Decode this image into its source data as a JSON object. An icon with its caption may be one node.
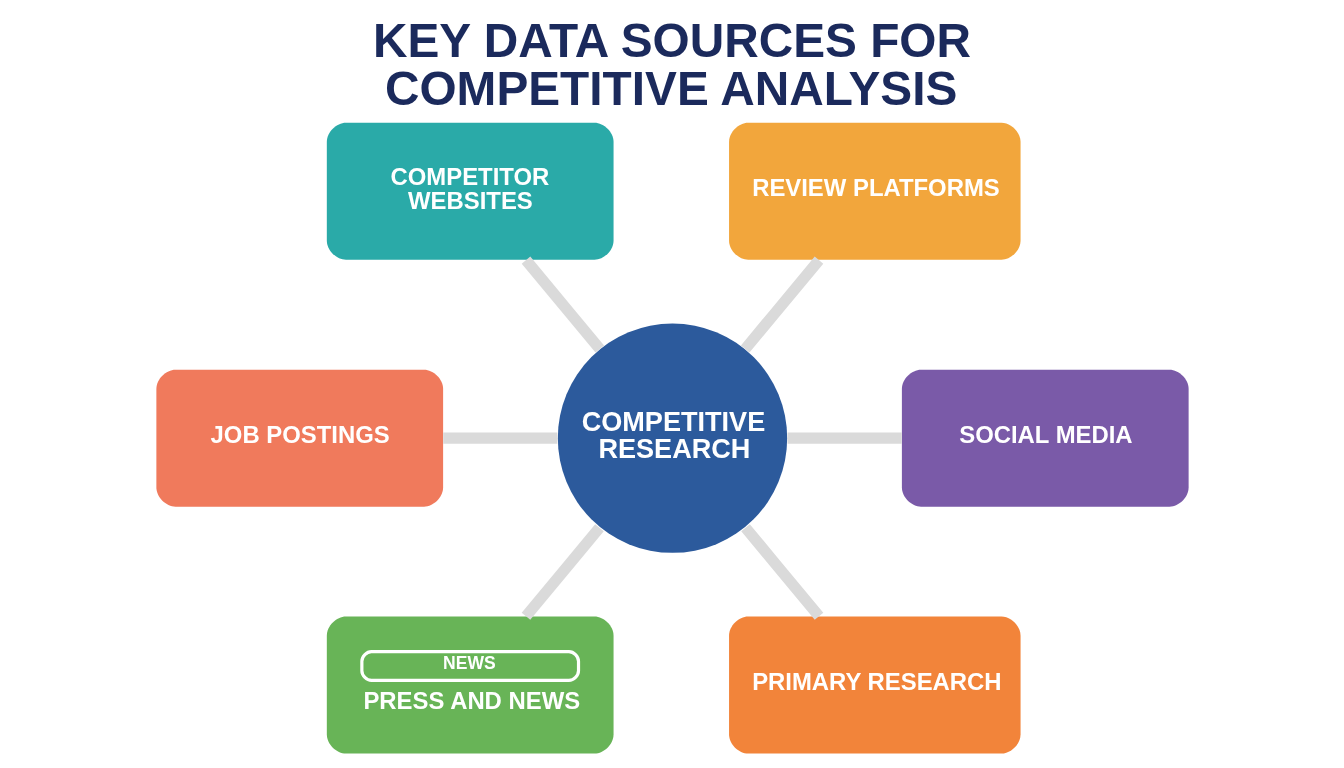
{
  "diagram": {
    "title": "KEY DATA SOURCES FOR COMPETITIVE ANALYSIS",
    "nodes": [
      {
        "text": [
          "COMPETITOR WEBSITES"
        ]
      },
      {
        "text": [
          "REVIEW PLATFORMS"
        ]
      },
      {
        "text": [
          "JOB POSTINGS"
        ]
      },
      {
        "text": [
          "COMPETITIVE RESEARCH"
        ]
      },
      {
        "text": [
          "SOCIAL MEDIA"
        ]
      },
      {
        "text": [
          "NEWS",
          "PRESS AND NEWS"
        ]
      },
      {
        "text": [
          "PRIMARY RESEARCH"
        ]
      }
    ],
    "edges": [
      {
        "from": 0,
        "to": 3,
        "arrow": "none"
      },
      {
        "from": 1,
        "to": 3,
        "arrow": "none"
      },
      {
        "from": 2,
        "to": 3,
        "arrow": "none"
      },
      {
        "from": 3,
        "to": 4,
        "arrow": "none"
      },
      {
        "from": 3,
        "to": 5,
        "arrow": "none"
      },
      {
        "from": 3,
        "to": 6,
        "arrow": "none"
      }
    ]
  }
}
